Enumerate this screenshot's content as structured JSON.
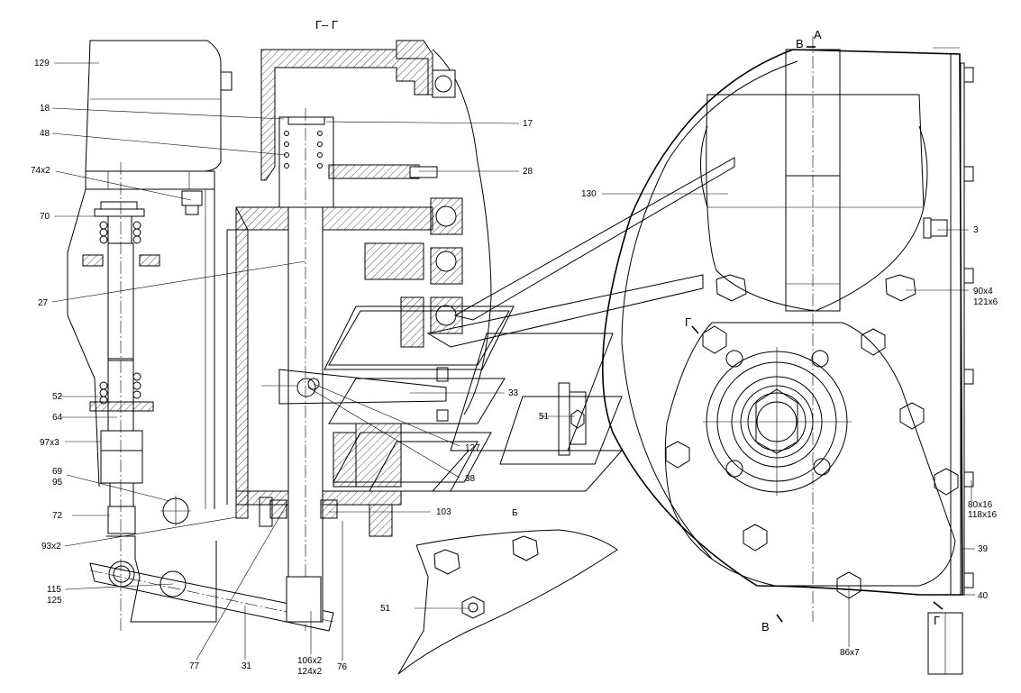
{
  "section_labels": {
    "gg": "Г– Г",
    "a": "А",
    "b_top": "В",
    "b_bottom": "В",
    "g_mid": "Г",
    "g_bottom": "Г",
    "b_view": "Б"
  },
  "callouts": {
    "c129": "129",
    "c18": "18",
    "c48": "48",
    "c74x2": "74x2",
    "c70": "70",
    "c27": "27",
    "c52": "52",
    "c64": "64",
    "c97x3": "97x3",
    "c69": "69",
    "c95": "95",
    "c72": "72",
    "c93x2": "93x2",
    "c115": "115",
    "c125": "125",
    "c77": "77",
    "c31": "31",
    "c106x2": "106x2",
    "c124x2": "124x2",
    "c76": "76",
    "c17": "17",
    "c28": "28",
    "c33": "33",
    "c127": "127",
    "c38": "38",
    "c103": "103",
    "c51a": "51",
    "c51b": "51",
    "c130": "130",
    "c3": "3",
    "c90x4": "90x4",
    "c121x6": "121x6",
    "c80x16": "80x16",
    "c118x16": "118x16",
    "c39": "39",
    "c40": "40",
    "c86x7": "86x7"
  }
}
